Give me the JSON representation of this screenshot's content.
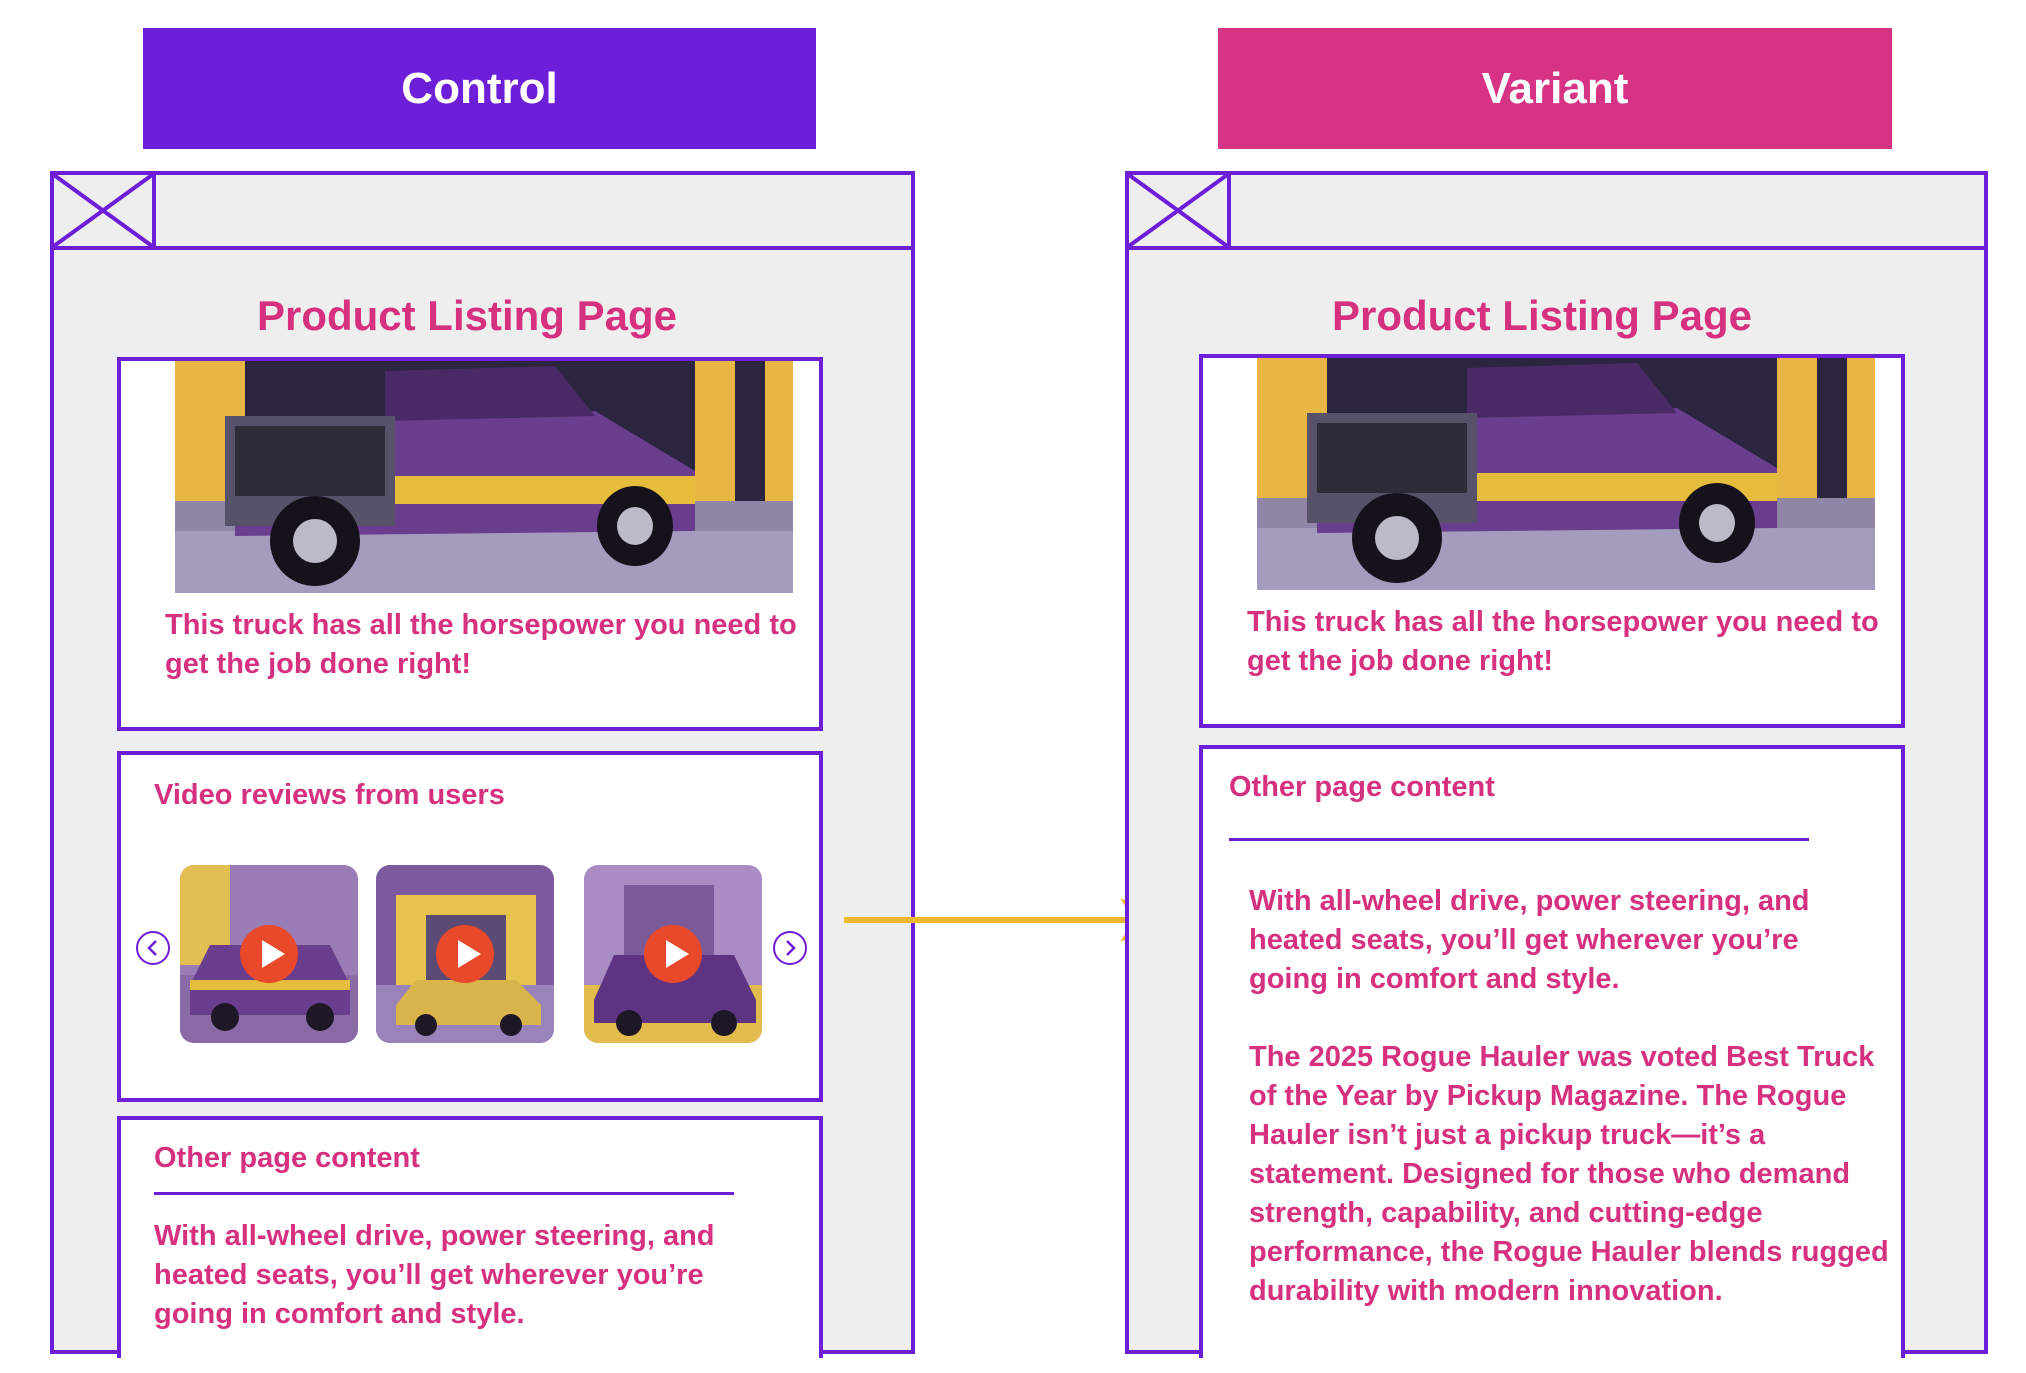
{
  "control": {
    "label": "Control",
    "color": "#6d1ed8",
    "page_title": "Product Listing Page",
    "hero_text": "This truck has all the horsepower you need to get the job done right!",
    "video_section": {
      "heading": "Video reviews from users",
      "thumbnails": [
        "play-icon",
        "play-icon",
        "play-icon"
      ],
      "prev_icon": "chevron-left-icon",
      "next_icon": "chevron-right-icon"
    },
    "other_content": {
      "heading": "Other page content",
      "text": "With all-wheel drive, power steering, and heated seats, you’ll get wherever you’re going in comfort and style."
    }
  },
  "variant": {
    "label": "Variant",
    "color": "#d63384",
    "page_title": "Product Listing Page",
    "hero_text": "This truck has all the horsepower you need to get the job done right!",
    "other_content": {
      "heading": "Other page content",
      "text": "With all-wheel drive, power steering, and heated seats, you’ll get wherever you’re going in comfort and style.",
      "text2": "The 2025 Rogue Hauler was voted Best Truck of the Year by Pickup Magazine. The Rogue Hauler isn’t just a pickup truck—it’s a statement. Designed for those who demand strength, capability, and cutting-edge performance, the Rogue Hauler blends rugged durability with modern innovation."
    }
  },
  "arrow": {
    "color": "#f0b82f"
  },
  "palette": {
    "outline": "#6d1ed8",
    "text": "#d6317f",
    "panel": "#efeeef"
  }
}
